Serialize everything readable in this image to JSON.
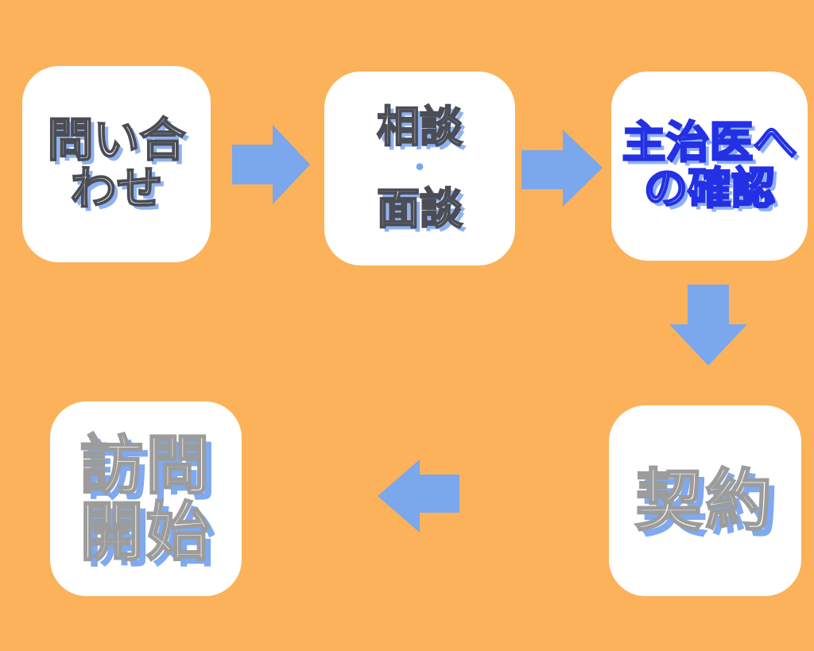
{
  "colors": {
    "background": "#FBB25A",
    "box_fill": "#FFFFFF",
    "arrow": "#7BA7EC",
    "text_outline_dark": "#4C4C54",
    "text_outline_blue": "#2430E4",
    "text_outline_gray": "#9C9C9C",
    "text_shadow_blue": "#8DB2F1"
  },
  "steps": [
    {
      "name": "inquiry",
      "label": "問い合わせ",
      "lines": [
        "問い合",
        "わせ"
      ]
    },
    {
      "name": "consultation-interview",
      "label": "相談・面談",
      "lines": [
        "相談",
        "・",
        "面談"
      ]
    },
    {
      "name": "doctor-confirmation",
      "label": "主治医への確認",
      "lines": [
        "主治医へ",
        "の確認"
      ]
    },
    {
      "name": "contract",
      "label": "契約",
      "lines": [
        "契約"
      ]
    },
    {
      "name": "visit-start",
      "label": "訪問開始",
      "lines": [
        "訪問",
        "開始"
      ]
    }
  ],
  "arrows": [
    {
      "name": "arrow-1",
      "direction": "right",
      "from": "inquiry",
      "to": "consultation-interview"
    },
    {
      "name": "arrow-2",
      "direction": "right",
      "from": "consultation-interview",
      "to": "doctor-confirmation"
    },
    {
      "name": "arrow-3",
      "direction": "down",
      "from": "doctor-confirmation",
      "to": "contract"
    },
    {
      "name": "arrow-4",
      "direction": "left",
      "from": "contract",
      "to": "visit-start"
    }
  ]
}
